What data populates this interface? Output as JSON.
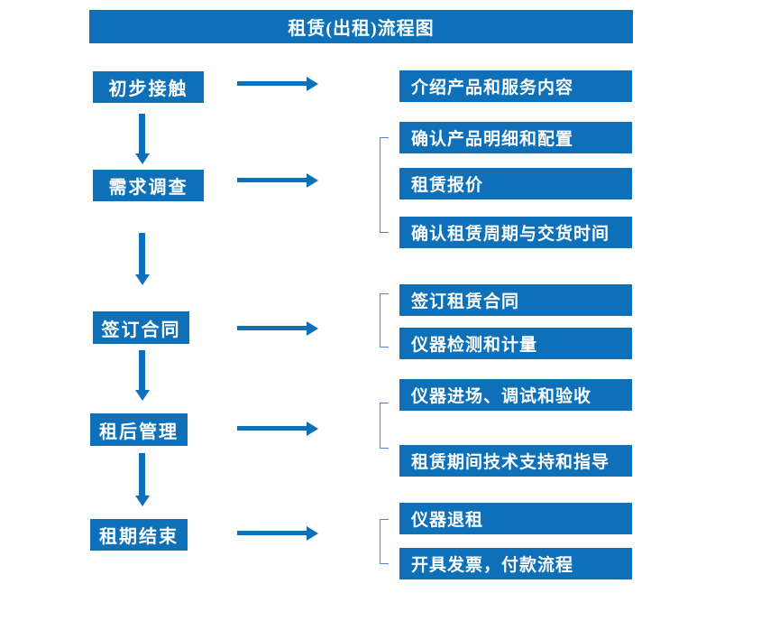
{
  "title": "租赁(出租)流程图",
  "colors": {
    "primary_blue": "#0d70b8",
    "bracket_blue": "#5b86c4",
    "text_white": "#ffffff"
  },
  "left_steps": [
    "初步接触",
    "需求调查",
    "签订合同",
    "租后管理",
    "租期结束"
  ],
  "right_items": [
    "介绍产品和服务内容",
    "确认产品明细和配置",
    "租赁报价",
    "确认租赁周期与交货时间",
    "签订租赁合同",
    "仪器检测和计量",
    "仪器进场、调试和验收",
    "租赁期间技术支持和指导",
    "仪器退租",
    "开具发票，付款流程"
  ]
}
